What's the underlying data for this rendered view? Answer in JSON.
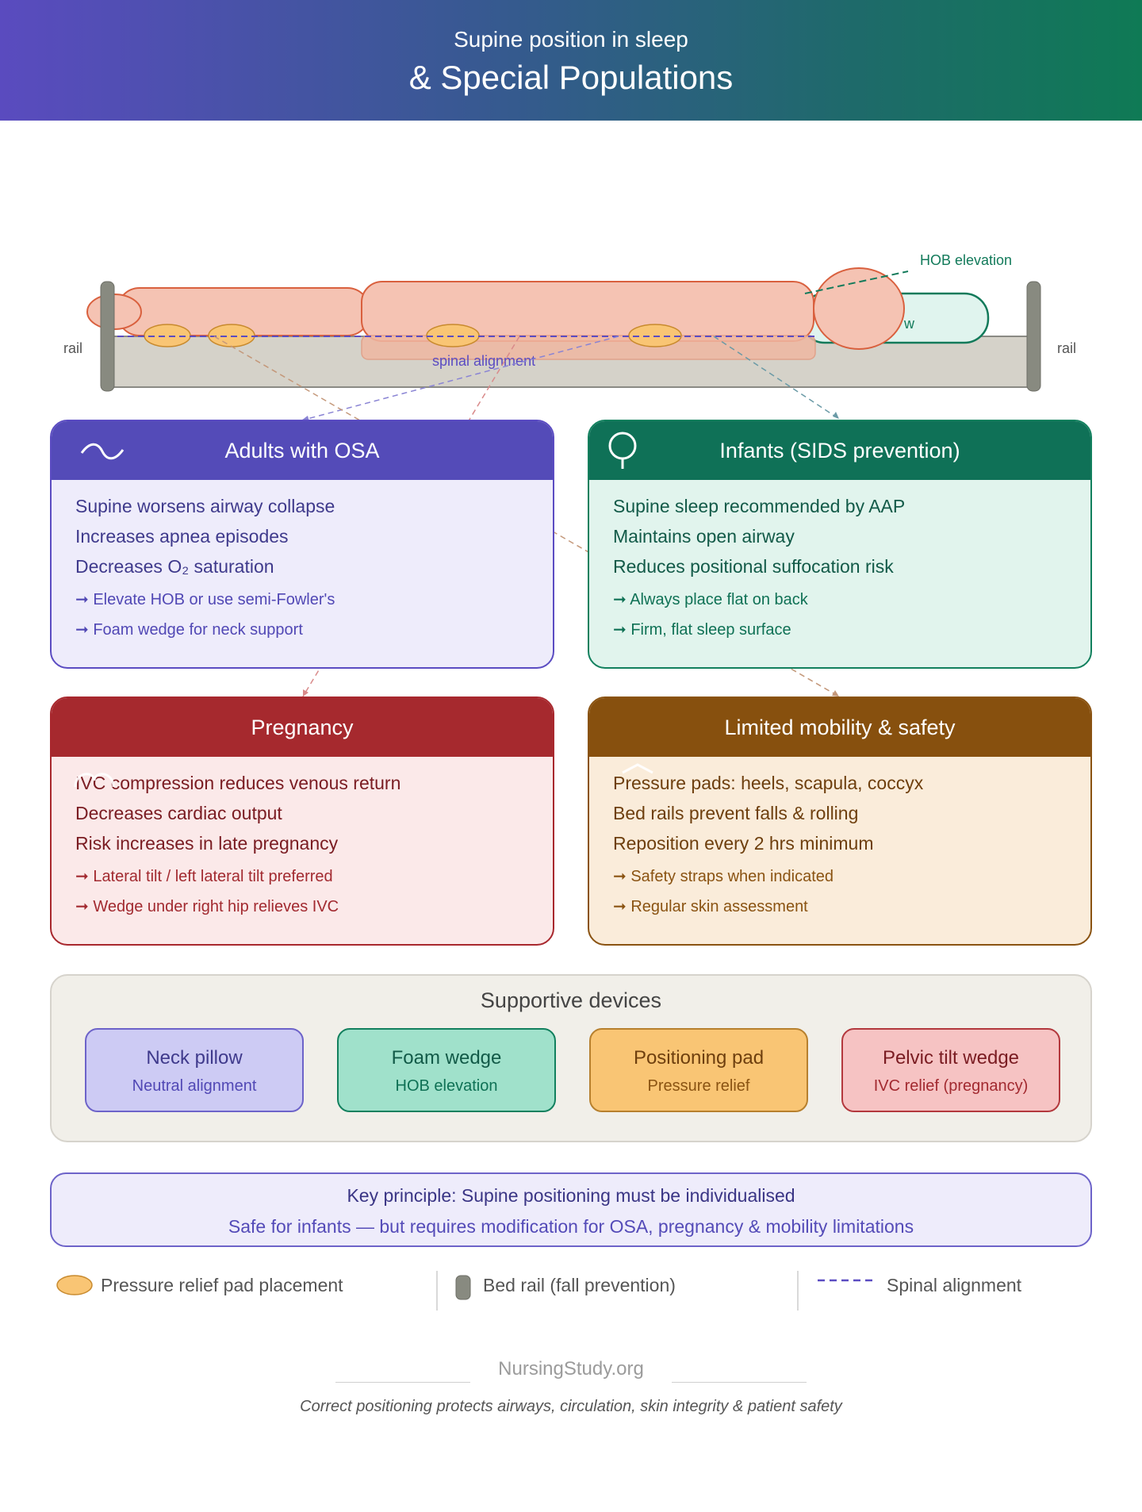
{
  "header": {
    "subtitle": "Supine position in sleep",
    "title": "& Special Populations"
  },
  "diagram": {
    "rail_left_label": "rail",
    "rail_right_label": "rail",
    "hob_label": "HOB elevation",
    "pillow_label_fragment": "w",
    "spine_label": "spinal alignment"
  },
  "cards": {
    "osa": {
      "title": "Adults with OSA",
      "lines": [
        "Supine worsens airway collapse",
        "Increases apnea episodes",
        "Decreases O₂ saturation"
      ],
      "actions": [
        "➞ Elevate HOB or use semi-Fowler's",
        "➞ Foam wedge for neck support"
      ]
    },
    "sids": {
      "title": "Infants (SIDS prevention)",
      "lines": [
        "Supine sleep recommended by AAP",
        "Maintains open airway",
        "Reduces positional suffocation risk"
      ],
      "actions": [
        "➞ Always place flat on back",
        "➞ Firm, flat sleep surface"
      ]
    },
    "pregnancy": {
      "title": "Pregnancy",
      "lines": [
        "IVC compression reduces venous return",
        "Decreases cardiac output",
        "Risk increases in late pregnancy"
      ],
      "actions": [
        "➞ Lateral tilt / left lateral tilt preferred",
        "➞ Wedge under right hip relieves IVC"
      ]
    },
    "mobility": {
      "title": "Limited mobility & safety",
      "lines": [
        "Pressure pads: heels, scapula, coccyx",
        "Bed rails prevent falls & rolling",
        "Reposition every 2 hrs minimum"
      ],
      "actions": [
        "➞ Safety straps when indicated",
        "➞ Regular skin assessment"
      ]
    }
  },
  "devices": {
    "title": "Supportive devices",
    "items": [
      {
        "name": "Neck pillow",
        "sub": "Neutral alignment"
      },
      {
        "name": "Foam wedge",
        "sub": "HOB elevation"
      },
      {
        "name": "Positioning pad",
        "sub": "Pressure relief"
      },
      {
        "name": "Pelvic tilt wedge",
        "sub": "IVC relief (pregnancy)"
      }
    ]
  },
  "key_principle": {
    "line1": "Key principle: Supine positioning must be individualised",
    "line2": "Safe for infants — but requires modification for OSA, pregnancy & mobility limitations"
  },
  "legend": {
    "pad": "Pressure relief pad placement",
    "rail": "Bed rail (fall prevention)",
    "spine": "Spinal alignment"
  },
  "footer": {
    "brand": "NursingStudy.org",
    "tagline": "Correct positioning protects airways, circulation, skin integrity & patient safety"
  },
  "colors": {
    "osa": "#544bb8",
    "sids": "#0f7157",
    "pregnancy": "#a6292e",
    "mobility": "#87500e",
    "body": "#f5c3b3",
    "body_stroke": "#d9603e",
    "pad": "#f9c574",
    "bed": "#d5d2c9",
    "rail": "#888a80"
  }
}
